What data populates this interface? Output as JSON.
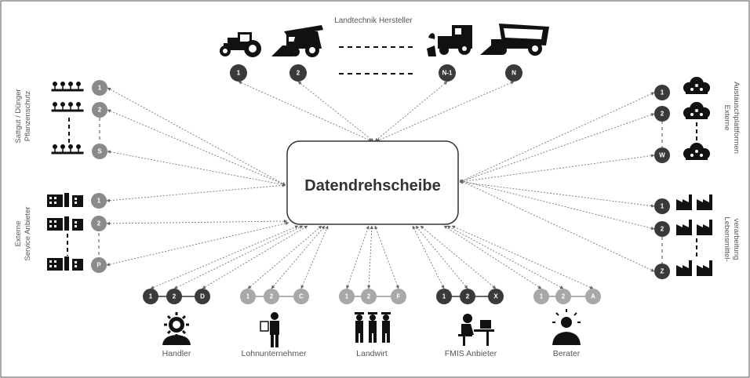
{
  "center": {
    "label": "Datendrehscheibe"
  },
  "top": {
    "title": "Landtechnik Hersteller",
    "nodes": [
      "1",
      "2",
      "N-1",
      "N"
    ],
    "icons": [
      "tractor-icon",
      "forage-harvester-icon",
      "beet-harvester-icon",
      "combine-harvester-icon"
    ]
  },
  "left_top": {
    "title_line1": "Sattgut / Dünger",
    "title_line2": "Pflanzenschutz",
    "nodes": [
      "1",
      "2",
      "S"
    ],
    "icon": "seedling-row-icon"
  },
  "left_bottom": {
    "title_line1": "Externe",
    "title_line2": "Service Anbieter",
    "nodes": [
      "1",
      "2",
      "P"
    ],
    "icon": "building-icon"
  },
  "right_top": {
    "title_line1": "Externe",
    "title_line2": "Austauschplattformen",
    "nodes": [
      "1",
      "2",
      "W"
    ],
    "icon": "cloud-network-icon"
  },
  "right_bottom": {
    "title_line1": "Lebensmittel-",
    "title_line2": "verarbeitung",
    "nodes": [
      "1",
      "2",
      "Z"
    ],
    "icon": "factory-icon"
  },
  "bottom": [
    {
      "label": "Handler",
      "nodes": [
        "1",
        "2",
        "D"
      ],
      "icon": "gear-person-icon",
      "tone": "dark"
    },
    {
      "label": "Lohnunternehmer",
      "nodes": [
        "1",
        "2",
        "C"
      ],
      "icon": "worker-icon",
      "tone": "light"
    },
    {
      "label": "Landwirt",
      "nodes": [
        "1",
        "2",
        "F"
      ],
      "icon": "farmers-icon",
      "tone": "light"
    },
    {
      "label": "FMIS Anbieter",
      "nodes": [
        "1",
        "2",
        "X"
      ],
      "icon": "desk-person-icon",
      "tone": "dark"
    },
    {
      "label": "Berater",
      "nodes": [
        "1",
        "2",
        "A"
      ],
      "icon": "idea-person-icon",
      "tone": "light"
    }
  ],
  "colors": {
    "dark_node": "#3a3a3a",
    "mid_node": "#7a7a7a",
    "light_node": "#a8a8a8",
    "line": "#777777",
    "border": "#555555"
  }
}
